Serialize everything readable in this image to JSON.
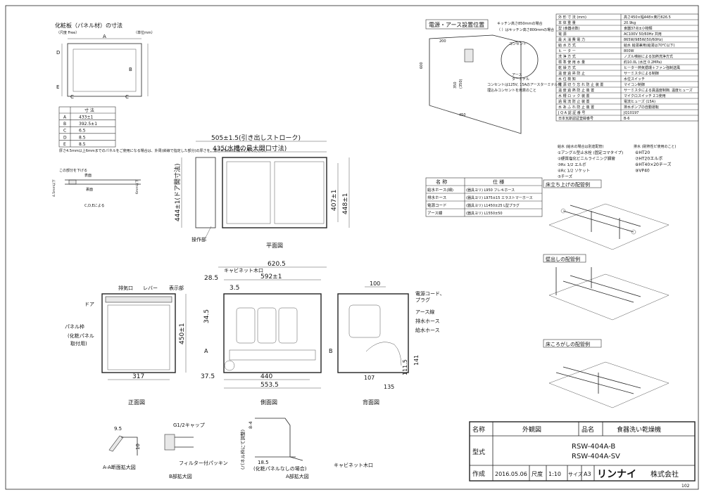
{
  "panel": {
    "title": "化粧板（パネル材）の寸法",
    "material": "（尺度 Free）",
    "unit": "（単位mm）",
    "lbl_a": "A",
    "lbl_b": "B",
    "lbl_c": "C",
    "lbl_d": "D",
    "lbl_e": "E",
    "table_header": "寸 法",
    "rows": [
      [
        "A",
        "433±1"
      ],
      [
        "B",
        "392.5±1"
      ],
      [
        "C",
        "6.5"
      ],
      [
        "D",
        "8.5"
      ],
      [
        "E",
        "8.5"
      ]
    ],
    "note": "厚さ4.5mm以上6mmまでのパネルをご使用になる場合は、外周(斜線で指定した部分)の厚さを、厚さ4.5mmに加工してください。",
    "section_note": "この部分を下げる",
    "surface_label": "表面",
    "back_label": "裏面",
    "cde_label": "C,D,Eによる",
    "thick_left": "4.5mm以下",
    "thick_right": "6mm以下"
  },
  "plan": {
    "dim_top1": "505±1.5(引き出しストローク)",
    "dim_top2": "435(水槽の最大開口寸法)",
    "dim_left": "444±1(ドア開寸法)",
    "dim_right": "407±1",
    "dim_right2": "448±1",
    "handle_label": "操作部",
    "view_title": "平面図"
  },
  "front": {
    "exhaust": "排気口",
    "lever": "レバー",
    "display": "表示部",
    "door": "ドア",
    "panel_frame": "パネル枠",
    "panel_note1": "(化粧パネル",
    "panel_note2": "取付用)",
    "dim_height": "450±1",
    "dim_width": "317",
    "view_title": "正面図"
  },
  "side": {
    "dim_total": "620.5",
    "cabinet_front": "キャビネット木口",
    "dim_592": "592±1",
    "dim_285": "28.5",
    "dim_35": "3.5",
    "dim_345": "34.5",
    "dim_375": "37.5",
    "dim_440": "440",
    "dim_5535": "553.5",
    "label_a": "A",
    "label_b": "B",
    "view_title": "側面図"
  },
  "back": {
    "dim_100": "100",
    "power_cord": "電源コード、",
    "plug": "プラグ",
    "earth": "アース線",
    "drain": "排水ホース",
    "supply": "給水ホース",
    "dim_1115": "111.5",
    "dim_141": "141",
    "dim_107": "107",
    "dim_135": "135",
    "view_title": "背面図"
  },
  "power": {
    "title": "電源・アース設置位置",
    "note1": "キッチン高さ850ｍｍの場合",
    "note2": "（ ）はキッチン高さ800ｍｍの場合",
    "outlet": "コンセント",
    "earth_terminal": "アース",
    "terminal": "ターミナル",
    "note3": "コンセントは125V, 15Aのアースターミナル付",
    "note4": "埋込みコンセントを用意のこと",
    "dim_200": "200",
    "dim_450": "450",
    "dim_600": "600",
    "dim_350": "350",
    "dim_350b": "(350)"
  },
  "spec": {
    "rows": [
      [
        "外 形 寸 法 (mm)",
        "高さ450×幅448×奥行626.5"
      ],
      [
        "本 体 重 量",
        "20.9kg"
      ],
      [
        "型 (食器点数)",
        "食器37点±小物類"
      ],
      [
        "電 源",
        "AC100V 50/60Hz 共用"
      ],
      [
        "最 大 消 費 電 力",
        "865W/985W(50/60Hz)"
      ],
      [
        "給 水 方 式",
        "給水 給湯兼用(給湯は70℃以下)"
      ],
      [
        "ヒ ー タ ー",
        "800W"
      ],
      [
        "洗 浄 方 式",
        "ノズル噴射による加熱洗浄方式"
      ],
      [
        "標 準 使 用 水 量",
        "約10.0L (水圧 0.2MPa)"
      ],
      [
        "乾 燥 方 式",
        "ヒーター熱気循環＋ファン強制送風"
      ],
      [
        "温 度 過 昇 防 止",
        "サーミスタによる制御"
      ],
      [
        "水 位 検 知",
        "水位スイッチ"
      ],
      [
        "電 源 切 り 忘 れ 防 止 装 置",
        "マイコン制御"
      ],
      [
        "温 度 過 熱 防 止 装 置",
        "サーミスタによる異温度制御, 温度ヒューズ"
      ],
      [
        "水 槽 ロ ッ ク 装 置",
        "マイクロスイッチ 2コ使用"
      ],
      [
        "過 電 流 防 止 装 置",
        "電流ヒューズ (15A)"
      ],
      [
        "水 あ ふ れ 防 止 装 置",
        "排水ポンプの自動運転"
      ],
      [
        "J Q A 認 証 番 号",
        "JQ10197"
      ],
      [
        "日本瓦斯認証登録番号",
        "B-6"
      ]
    ]
  },
  "hose": {
    "header": [
      "名 称",
      "仕 様"
    ],
    "rows": [
      [
        "給水ホース(細)",
        "(器具ヨリ) L950 フレキホース"
      ],
      [
        "排水ホース",
        "(器具ヨリ) L975±15 エラストマーホース"
      ],
      [
        "電源コード",
        "(器具ヨリ) L1450±25 L型プラグ"
      ],
      [
        "アース線",
        "(器具ヨリ) L1550±50"
      ]
    ]
  },
  "parts": {
    "supply_title": "給水 (給水の場合は別途配管)",
    "drain_title": "排水 (耐熱性ビ使用のこと)",
    "supply_items": [
      "①アングル型止水栓 (固定コマタイプ)",
      "②硬質塩化ビニルライニング鋼管",
      "③Rc 1/2 エルボ",
      "④Rc 1/2 ソケット",
      "⑤チーズ"
    ],
    "drain_items": [
      "⑥HT20",
      "⑦HT20エルボ",
      "⑧HT40×20チーズ",
      "⑨VP40"
    ]
  },
  "piping": {
    "floor_up": "床立ち上げの配管例",
    "wall_out": "壁出しの配管例",
    "floor_korogashi": "床ころがしの配管例"
  },
  "detail": {
    "aa_title": "A-A断面拡大図",
    "b_title": "B部拡大図",
    "a_title": "A部拡大図",
    "aa_95": "9.5",
    "aa_10": "10",
    "g12": "G1/2キャップ",
    "filter": "フィルター付パッキン",
    "panel_adjust": "(パネル枠にて調整)",
    "dim_84": "8-4",
    "dim_185": "18.5",
    "no_panel": "(化粧パネルなしの場合)",
    "cabinet_front": "キャビネット木口"
  },
  "title_block": {
    "name_label": "名称",
    "name_value": "外観図",
    "product_label": "品名",
    "product_value": "食器洗い乾燥機",
    "model_label": "型式",
    "model_1": "RSW-404A-B",
    "model_2": "RSW-404A-SV",
    "date_label": "作成",
    "date_value": "2016.05.06",
    "scale_label": "尺度",
    "scale_value": "1:10",
    "size_label": "サイズ",
    "size_value": "A3",
    "brand": "リンナイ",
    "company": "株式会社",
    "page_no": "102"
  }
}
